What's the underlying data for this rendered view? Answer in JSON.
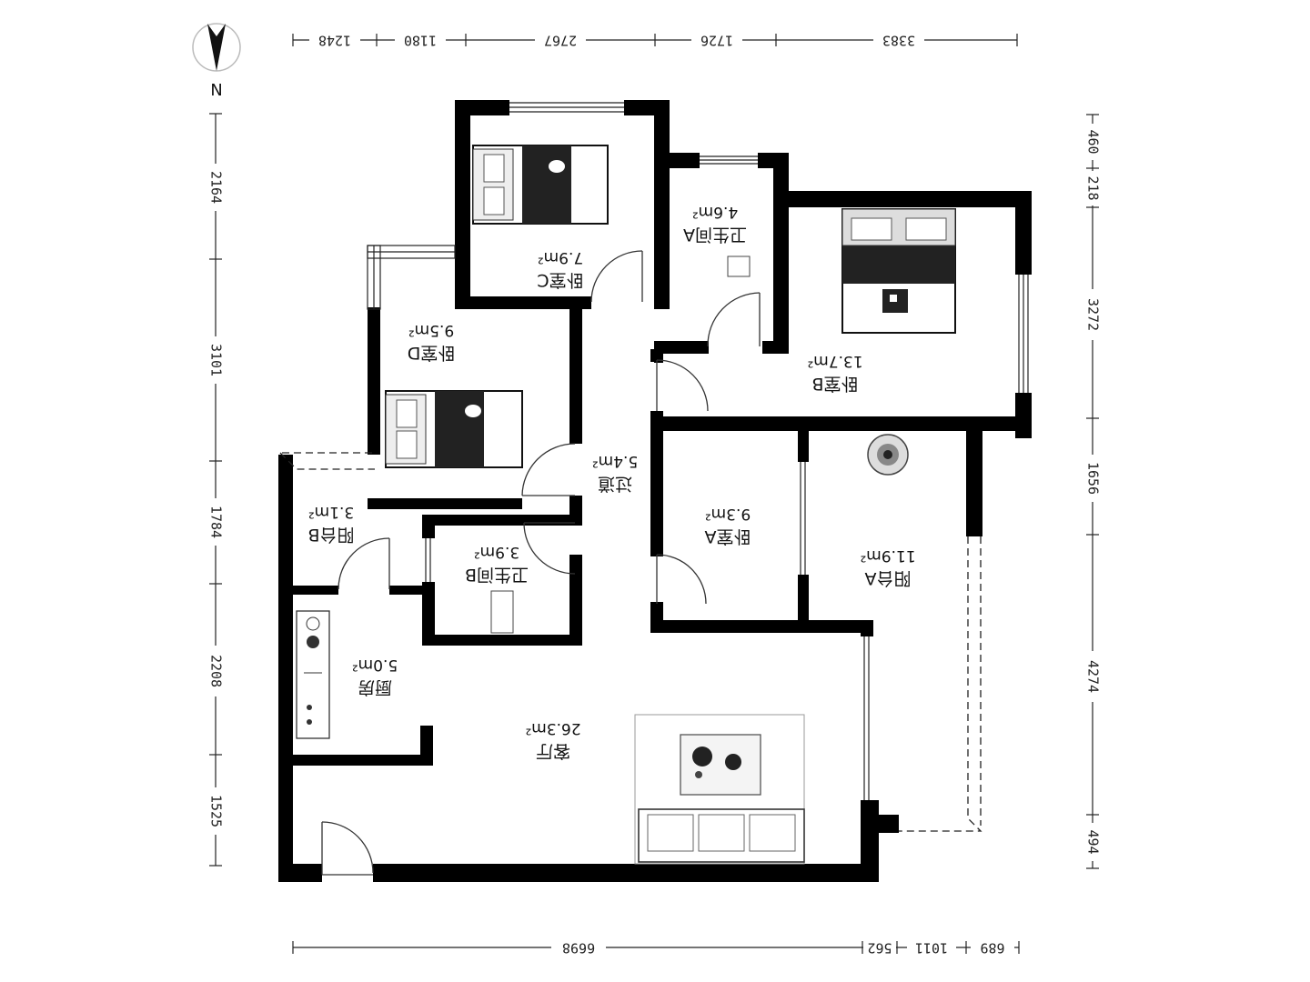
{
  "compass": {
    "label": "N"
  },
  "dimensions": {
    "top": [
      "1248",
      "1180",
      "2767",
      "1726",
      "3383"
    ],
    "bottom": [
      "6698",
      "562",
      "1011",
      "689"
    ],
    "left": [
      "2164",
      "3101",
      "1784",
      "2208",
      "1525"
    ],
    "right": [
      "460",
      "218",
      "3272",
      "1656",
      "4274",
      "494"
    ]
  },
  "rooms": {
    "bedroom_c": {
      "name": "卧室C",
      "area": "7.9m²"
    },
    "bath_a": {
      "name": "卫生间A",
      "area": "4.6m²"
    },
    "bedroom_b": {
      "name": "卧室B",
      "area": "13.7m²"
    },
    "bedroom_d": {
      "name": "卧室D",
      "area": "9.5m²"
    },
    "corridor": {
      "name": "过道",
      "area": "5.4m²"
    },
    "bedroom_a": {
      "name": "卧室A",
      "area": "9.3m²"
    },
    "balcony_a": {
      "name": "阳台A",
      "area": "11.9m²"
    },
    "balcony_b": {
      "name": "阳台B",
      "area": "3.1m²"
    },
    "bath_b": {
      "name": "卫生间B",
      "area": "3.9m²"
    },
    "kitchen": {
      "name": "厨房",
      "area": "5.0m²"
    },
    "living": {
      "name": "客厅",
      "area": "26.3m²"
    }
  }
}
